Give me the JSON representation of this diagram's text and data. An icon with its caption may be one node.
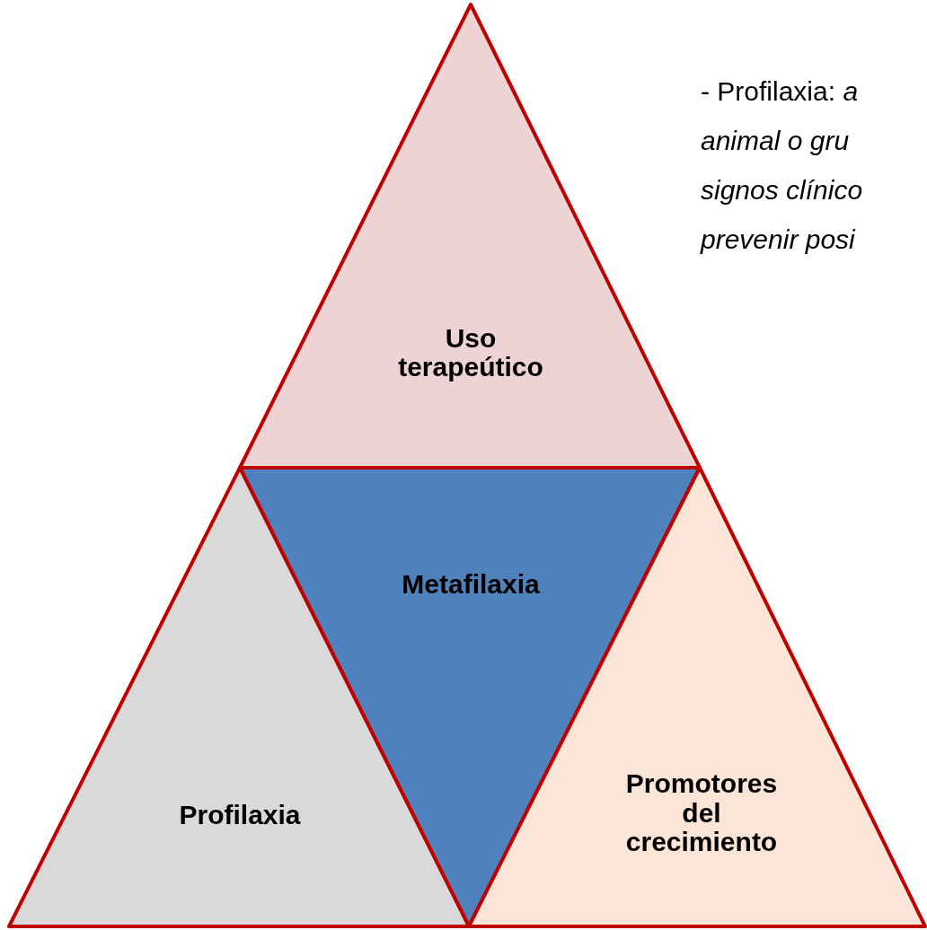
{
  "diagram": {
    "nodes": [
      {
        "text": [
          "Uso terapeútico"
        ]
      },
      {
        "text": [
          "Metafilaxia"
        ]
      },
      {
        "text": [
          "Profilaxia"
        ]
      },
      {
        "text": [
          "Promotores del crecimiento"
        ]
      }
    ],
    "labels": [
      "- Profilaxia: *a*",
      "animal o gru",
      "signos clínico",
      "prevenir posi"
    ]
  }
}
